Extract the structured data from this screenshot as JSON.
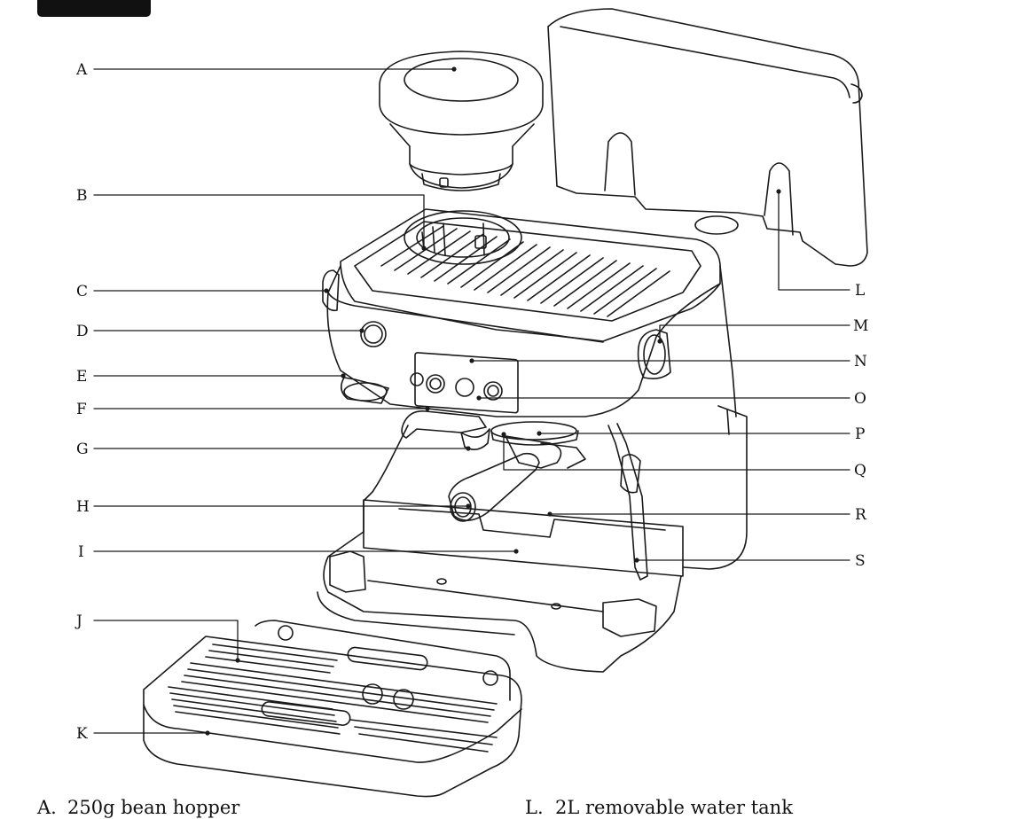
{
  "callouts": {
    "A": "A",
    "B": "B",
    "C": "C",
    "D": "D",
    "E": "E",
    "F": "F",
    "G": "G",
    "H": "H",
    "I": "I",
    "J": "J",
    "K": "K",
    "L": "L",
    "M": "M",
    "N": "N",
    "O": "O",
    "P": "P",
    "Q": "Q",
    "R": "R",
    "S": "S"
  },
  "captions": {
    "a_letter": "A.",
    "a_text": "250g bean hopper",
    "l_letter": "L.",
    "l_text": "2L removable water tank"
  },
  "colors": {
    "line": "#1a1a1a",
    "tab": "#111111"
  }
}
